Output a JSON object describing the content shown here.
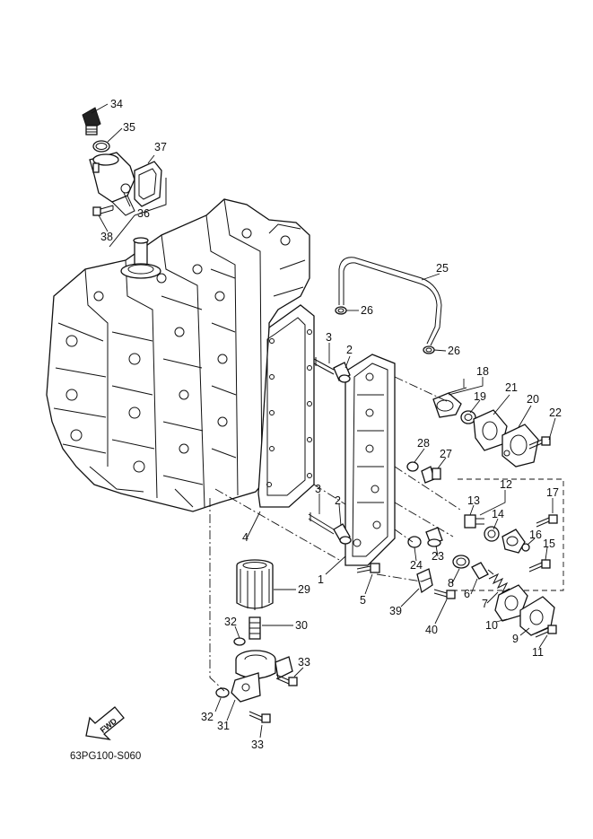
{
  "drawing_code": "63PG100-S060",
  "fwd_label": "FWD",
  "callouts": [
    {
      "id": "c34",
      "label": "34"
    },
    {
      "id": "c35",
      "label": "35"
    },
    {
      "id": "c37",
      "label": "37"
    },
    {
      "id": "c36",
      "label": "36"
    },
    {
      "id": "c38",
      "label": "38"
    },
    {
      "id": "c25",
      "label": "25"
    },
    {
      "id": "c26a",
      "label": "26"
    },
    {
      "id": "c26b",
      "label": "26"
    },
    {
      "id": "c3a",
      "label": "3"
    },
    {
      "id": "c2a",
      "label": "2"
    },
    {
      "id": "c18",
      "label": "18"
    },
    {
      "id": "c19",
      "label": "19"
    },
    {
      "id": "c21",
      "label": "21"
    },
    {
      "id": "c20",
      "label": "20"
    },
    {
      "id": "c22",
      "label": "22"
    },
    {
      "id": "c28",
      "label": "28"
    },
    {
      "id": "c27",
      "label": "27"
    },
    {
      "id": "c12",
      "label": "12"
    },
    {
      "id": "c17",
      "label": "17"
    },
    {
      "id": "c13",
      "label": "13"
    },
    {
      "id": "c14",
      "label": "14"
    },
    {
      "id": "c16",
      "label": "16"
    },
    {
      "id": "c15",
      "label": "15"
    },
    {
      "id": "c3b",
      "label": "3"
    },
    {
      "id": "c2b",
      "label": "2"
    },
    {
      "id": "c4",
      "label": "4"
    },
    {
      "id": "c24",
      "label": "24"
    },
    {
      "id": "c23",
      "label": "23"
    },
    {
      "id": "c1",
      "label": "1"
    },
    {
      "id": "c8",
      "label": "8"
    },
    {
      "id": "c6",
      "label": "6"
    },
    {
      "id": "c7",
      "label": "7"
    },
    {
      "id": "c29",
      "label": "29"
    },
    {
      "id": "c5",
      "label": "5"
    },
    {
      "id": "c39",
      "label": "39"
    },
    {
      "id": "c40",
      "label": "40"
    },
    {
      "id": "c10",
      "label": "10"
    },
    {
      "id": "c9",
      "label": "9"
    },
    {
      "id": "c11",
      "label": "11"
    },
    {
      "id": "c32a",
      "label": "32"
    },
    {
      "id": "c30",
      "label": "30"
    },
    {
      "id": "c33a",
      "label": "33"
    },
    {
      "id": "c32b",
      "label": "32"
    },
    {
      "id": "c31",
      "label": "31"
    },
    {
      "id": "c33b",
      "label": "33"
    }
  ]
}
